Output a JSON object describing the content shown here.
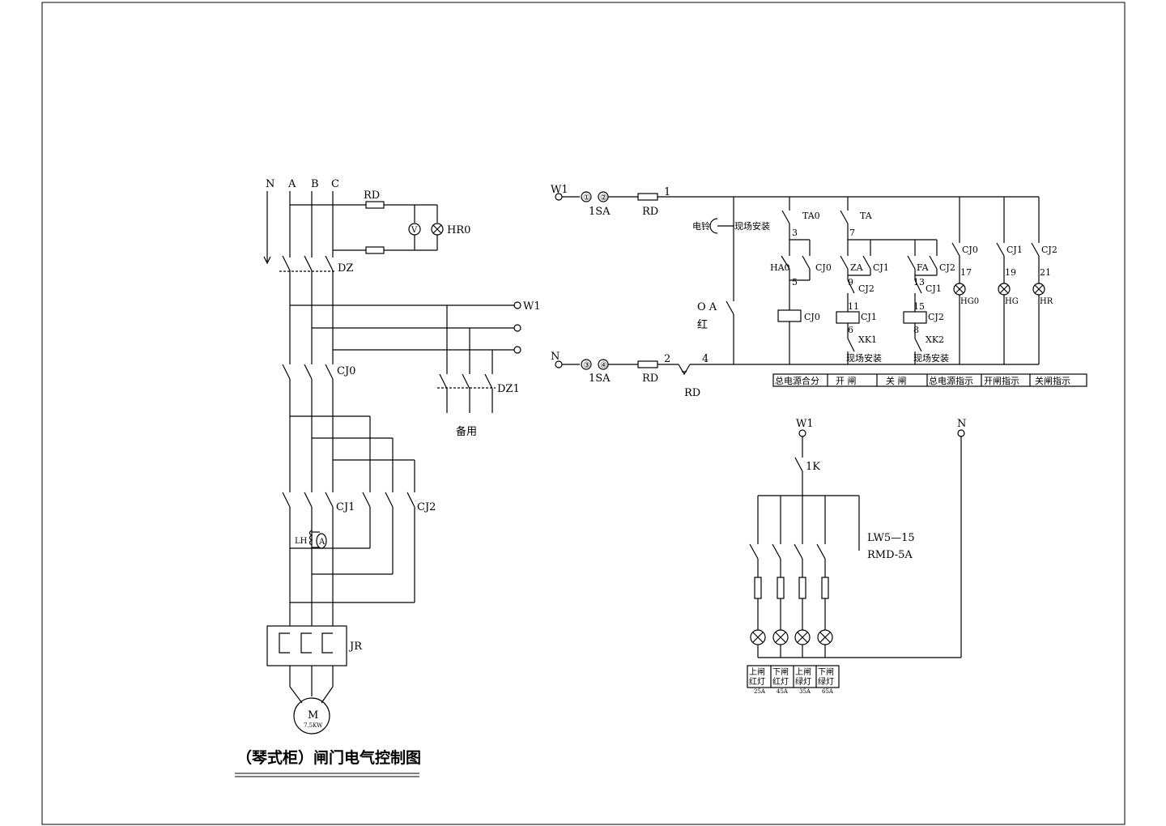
{
  "title": "（琴式柜）闸门电气控制图",
  "power": {
    "bus": {
      "n": "N",
      "a": "A",
      "b": "B",
      "c": "C"
    },
    "rd": "RD",
    "hr0": "HR0",
    "v_meter": "V",
    "dz": "DZ",
    "w1": "W1",
    "cj0": "CJ0",
    "dz1": "DZ1",
    "spare": "备用",
    "cj1": "CJ1",
    "cj2": "CJ2",
    "lh": "LH",
    "ammeter": "A",
    "jr": "JR",
    "motor": "M",
    "motor_rating": "7.5KW"
  },
  "control": {
    "w1": "W1",
    "n": "N",
    "term1": "①",
    "term2": "②",
    "term3": "③",
    "term4": "④",
    "sa_top": "1SA",
    "sa_bot": "1SA",
    "rd_top": "RD",
    "rd_bot": "RD",
    "rd_nc": "RD",
    "node1": "1",
    "node2": "2",
    "node4": "4",
    "bell": "电铃",
    "onsite_bell": "现场安装",
    "oa": "O A",
    "red": "红",
    "ta0": "TA0",
    "ta": "TA",
    "n3": "3",
    "n7": "7",
    "ha0": "HA0",
    "cj0_hold": "CJ0",
    "n5": "5",
    "cj0_coil": "CJ0",
    "za": "ZA",
    "cj1_hold": "CJ1",
    "n9": "9",
    "cj2_il": "CJ2",
    "n11": "11",
    "cj1_coil": "CJ1",
    "n6": "6",
    "xk1": "XK1",
    "onsite1": "现场安装",
    "fa": "FA",
    "cj2_hold": "CJ2",
    "n13": "13",
    "cj1_il": "CJ1",
    "n15": "15",
    "cj2_coil": "CJ2",
    "n8": "8",
    "xk2": "XK2",
    "onsite2": "现场安装",
    "cj0_c": "CJ0",
    "cj1_c": "CJ1",
    "cj2_c": "CJ2",
    "n17": "17",
    "n19": "19",
    "n21": "21",
    "hg0": "HG0",
    "hg": "HG",
    "hr": "HR",
    "legend": [
      "总电源合分",
      "开  闸",
      "关  闸",
      "总电源指示",
      "开闸指示",
      "关闸指示"
    ]
  },
  "lighting": {
    "w1": "W1",
    "n": "N",
    "k": "1K",
    "switch_model": "LW5—15",
    "fuse_model": "RMD-5A",
    "labels": [
      {
        "top": "上闸",
        "mid": "红灯",
        "bot": "25A"
      },
      {
        "top": "下闸",
        "mid": "红灯",
        "bot": "45A"
      },
      {
        "top": "上闸",
        "mid": "绿灯",
        "bot": "35A"
      },
      {
        "top": "下闸",
        "mid": "绿灯",
        "bot": "65A"
      }
    ]
  }
}
